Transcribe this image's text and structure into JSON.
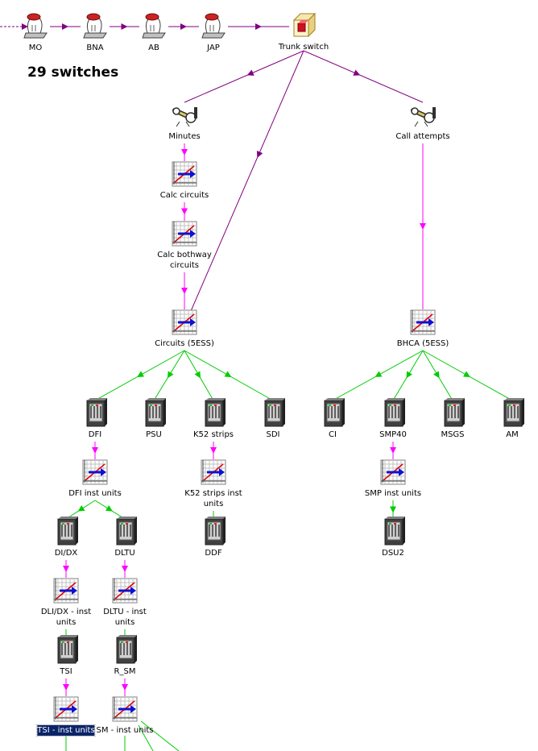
{
  "headline": "29 switches",
  "colors": {
    "purple_link": "#800080",
    "magenta_link": "#ff00ff",
    "green_link": "#00cc00",
    "selection": "#0a246a"
  },
  "nodes": {
    "mo": {
      "label": "MO",
      "icon": "hand-switch-icon"
    },
    "bna": {
      "label": "BNA",
      "icon": "hand-switch-icon"
    },
    "ab": {
      "label": "AB",
      "icon": "hand-switch-icon"
    },
    "jap": {
      "label": "JAP",
      "icon": "hand-switch-icon"
    },
    "trunk_switch": {
      "label": "Trunk switch",
      "icon": "cube-icon"
    },
    "minutes": {
      "label": "Minutes",
      "icon": "telescope-icon"
    },
    "call_attempts": {
      "label": "Call attempts",
      "icon": "telescope-icon"
    },
    "calc_circuits": {
      "label": "Calc circuits",
      "icon": "chart-icon"
    },
    "calc_bothway": {
      "label": "Calc bothway\ncircuits",
      "icon": "chart-icon"
    },
    "circuits_5ess": {
      "label": "Circuits (5ESS)",
      "icon": "chart-icon"
    },
    "bhca_5ess": {
      "label": "BHCA (5ESS)",
      "icon": "chart-icon"
    },
    "dfi": {
      "label": "DFI",
      "icon": "cabinet-icon"
    },
    "psu": {
      "label": "PSU",
      "icon": "cabinet-icon"
    },
    "k52": {
      "label": "K52 strips",
      "icon": "cabinet-icon"
    },
    "sdi": {
      "label": "SDI",
      "icon": "cabinet-icon"
    },
    "ci": {
      "label": "CI",
      "icon": "cabinet-icon"
    },
    "smp40": {
      "label": "SMP40",
      "icon": "cabinet-icon"
    },
    "msgs": {
      "label": "MSGS",
      "icon": "cabinet-icon"
    },
    "am": {
      "label": "AM",
      "icon": "cabinet-icon"
    },
    "dfi_inst": {
      "label": "DFI inst units",
      "icon": "chart-icon"
    },
    "k52_inst": {
      "label": "K52 strips inst\nunits",
      "icon": "chart-icon"
    },
    "smp_inst": {
      "label": "SMP inst units",
      "icon": "chart-icon"
    },
    "di_dx": {
      "label": "DI/DX",
      "icon": "cabinet-icon"
    },
    "dltu": {
      "label": "DLTU",
      "icon": "cabinet-icon"
    },
    "ddf": {
      "label": "DDF",
      "icon": "cabinet-icon"
    },
    "dsu2": {
      "label": "DSU2",
      "icon": "cabinet-icon"
    },
    "dli_dx_inst": {
      "label": "DLI/DX - inst\nunits",
      "icon": "chart-icon"
    },
    "dltu_inst": {
      "label": "DLTU - inst\nunits",
      "icon": "chart-icon"
    },
    "tsi": {
      "label": "TSI",
      "icon": "cabinet-icon"
    },
    "r_sm": {
      "label": "R_SM",
      "icon": "cabinet-icon"
    },
    "tsi_inst": {
      "label": "TSI - inst units",
      "icon": "chart-icon",
      "selected": true
    },
    "sm_inst": {
      "label": "SM - inst units",
      "icon": "chart-icon"
    }
  }
}
